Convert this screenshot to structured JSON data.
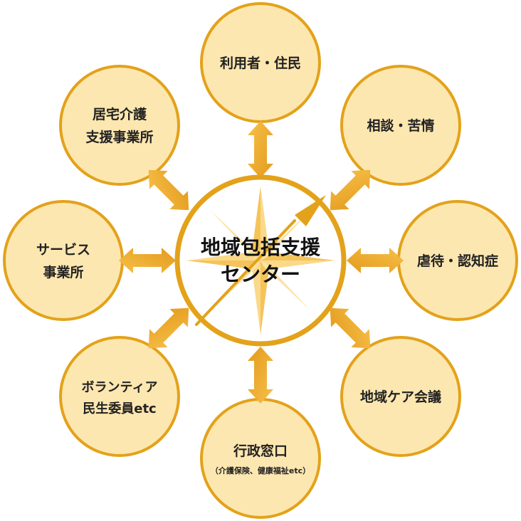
{
  "center": {
    "line1": "地域包括支援",
    "line2": "センター"
  },
  "nodes": {
    "top": {
      "line1": "利用者・住民"
    },
    "top_right": {
      "line1": "相談・苦情"
    },
    "right": {
      "line1": "虐待・認知症"
    },
    "bottom_right": {
      "line1": "地域ケア会議"
    },
    "bottom": {
      "line1": "行政窓口",
      "sub": "（介護保険、健康福祉etc）"
    },
    "bottom_left": {
      "line1": "ボランティア",
      "line2": "民生委員etc"
    },
    "left": {
      "line1": "サービス",
      "line2": "事業所"
    },
    "top_left": {
      "line1": "居宅介護",
      "line2": "支援事業所"
    }
  },
  "colors": {
    "node_fill": "#fde7b0",
    "node_stroke": "#e3a21a",
    "arrow": "#f0ac2b",
    "center_ring": "#e3a21a",
    "compass_light": "#fbd98a",
    "compass_dark": "#e3a21a"
  }
}
